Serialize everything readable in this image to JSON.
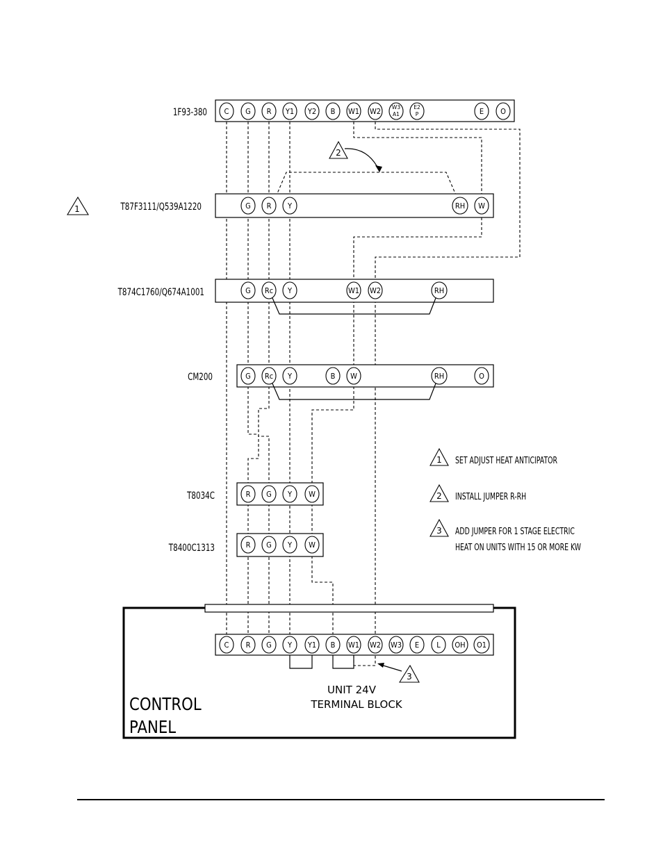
{
  "thermostats": [
    {
      "id": "1F93-380",
      "label": "1F93-380",
      "terminals": [
        "C",
        "G",
        "R",
        "Y1",
        "Y2",
        "B",
        "W1",
        "W2",
        "W3 A1",
        "E2 P",
        "E",
        "O"
      ],
      "note_ref": ""
    },
    {
      "id": "T87F",
      "label": "T87F3111/Q539A1220",
      "terminals": [
        "G",
        "R",
        "Y",
        "RH",
        "W"
      ],
      "note_ref": "1"
    },
    {
      "id": "T874C",
      "label": "T874C1760/Q674A1001",
      "terminals": [
        "G",
        "Rc",
        "Y",
        "W1",
        "W2",
        "RH"
      ],
      "note_ref": ""
    },
    {
      "id": "CM200",
      "label": "CM200",
      "terminals": [
        "G",
        "Rc",
        "Y",
        "B",
        "W",
        "RH",
        "O"
      ],
      "note_ref": ""
    },
    {
      "id": "T8034C",
      "label": "T8034C",
      "terminals": [
        "R",
        "G",
        "Y",
        "W"
      ],
      "note_ref": ""
    },
    {
      "id": "T8400C",
      "label": "T8400C1313",
      "terminals": [
        "R",
        "G",
        "Y",
        "W"
      ],
      "note_ref": ""
    }
  ],
  "panel": {
    "title_line1": "CONTROL",
    "title_line2": "PANEL",
    "block_line1": "UNIT 24V",
    "block_line2": "TERMINAL BLOCK",
    "terminals": [
      "C",
      "R",
      "G",
      "Y",
      "Y1",
      "B",
      "W1",
      "W2",
      "W3",
      "E",
      "L",
      "OH",
      "O1"
    ]
  },
  "notes": [
    {
      "num": "1",
      "text": "SET ADJUST HEAT ANTICIPATOR"
    },
    {
      "num": "2",
      "text": "INSTALL JUMPER R-RH"
    },
    {
      "num": "3",
      "text_line1": "ADD JUMPER FOR 1 STAGE ELECTRIC",
      "text_line2": "HEAT ON UNITS WITH 15 OR MORE KW"
    }
  ],
  "callouts": {
    "jumper_r_rh": "2",
    "jumper_electric": "3",
    "anticipator": "1"
  }
}
